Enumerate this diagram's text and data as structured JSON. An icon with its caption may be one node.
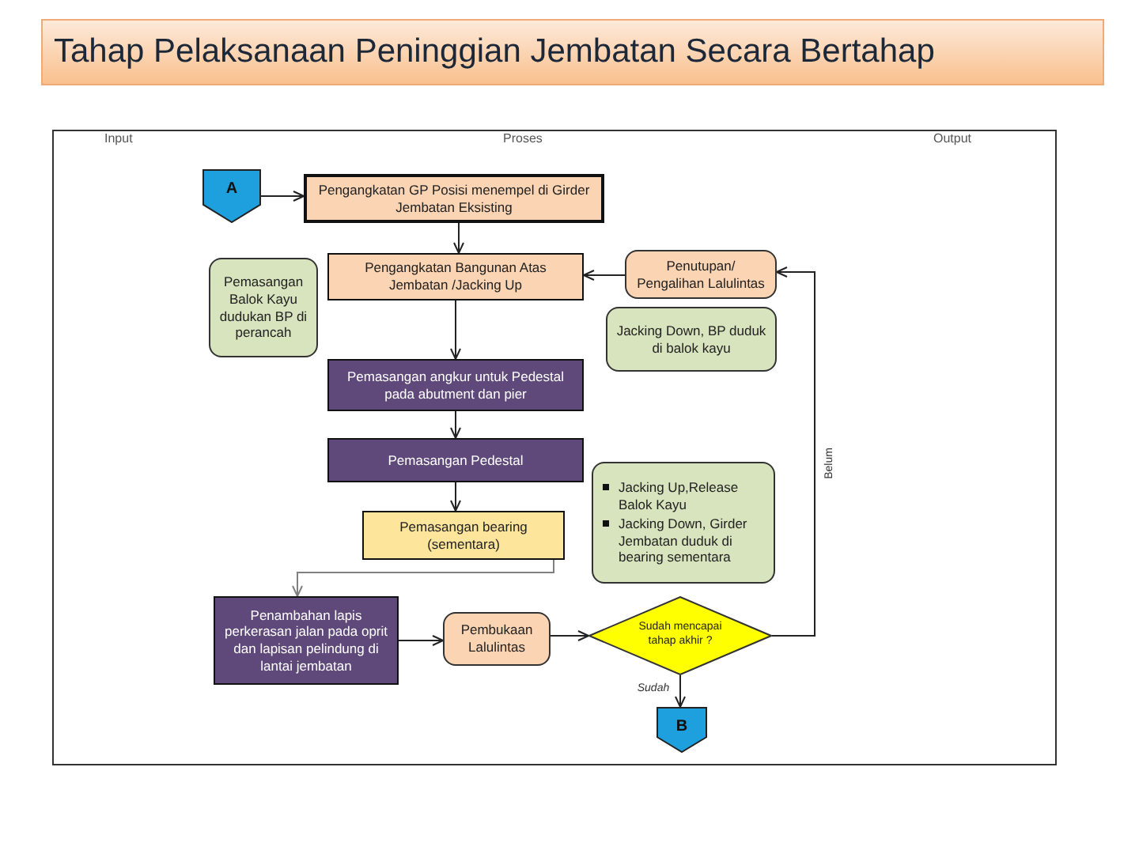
{
  "diagram": {
    "title": "Tahap Pelaksanaan Peninggian Jembatan Secara Bertahap",
    "nodes": [
      {
        "text": [
          "A"
        ]
      },
      {
        "text": [
          "Pengangkatan GP Posisi menempel di Girder Jembatan Eksisting"
        ]
      },
      {
        "text": [
          "Pengangkatan Bangunan Atas Jembatan /Jacking Up"
        ]
      },
      {
        "text": [
          "Pemasangan Balok Kayu dudukan BP di perancah"
        ]
      },
      {
        "text": [
          "Penutupan/ Pengalihan Lalulintas"
        ]
      },
      {
        "text": [
          "Jacking Down, BP duduk di balok kayu"
        ]
      },
      {
        "text": [
          "Pemasangan angkur untuk Pedestal pada abutment dan pier"
        ]
      },
      {
        "text": [
          "Pemasangan Pedestal"
        ]
      },
      {
        "text": [
          "Pemasangan bearing (sementara)"
        ]
      },
      {
        "text": [
          "Jacking Up,Release Balok Kayu",
          "Jacking Down, Girder Jembatan duduk di bearing sementara"
        ]
      },
      {
        "text": [
          "Penambahan lapis perkerasan jalan pada oprit dan lapisan pelindung di lantai jembatan"
        ]
      },
      {
        "text": [
          "Pembukaan Lalulintas"
        ]
      },
      {
        "text": [
          "Sudah mencapai tahap akhir ?"
        ]
      },
      {
        "text": [
          "B"
        ]
      }
    ],
    "edges": [
      {
        "from": 0,
        "to": 1,
        "arrow": "to"
      },
      {
        "from": 1,
        "to": 2,
        "arrow": "to"
      },
      {
        "from": 4,
        "to": 2,
        "arrow": "to"
      },
      {
        "from": 2,
        "to": 6,
        "arrow": "to"
      },
      {
        "from": 6,
        "to": 7,
        "arrow": "to"
      },
      {
        "from": 7,
        "to": 8,
        "arrow": "to"
      },
      {
        "from": 8,
        "to": 10,
        "arrow": "to",
        "color": "#808080"
      },
      {
        "from": 10,
        "to": 11,
        "arrow": "to"
      },
      {
        "from": 11,
        "to": 12,
        "arrow": "to"
      },
      {
        "from": 12,
        "to": 13,
        "arrow": "to",
        "label": "Sudah"
      },
      {
        "from": 12,
        "to": 4,
        "arrow": "to",
        "label": "Belum"
      }
    ],
    "labels": [
      "Input",
      "Proses",
      "Output"
    ]
  }
}
